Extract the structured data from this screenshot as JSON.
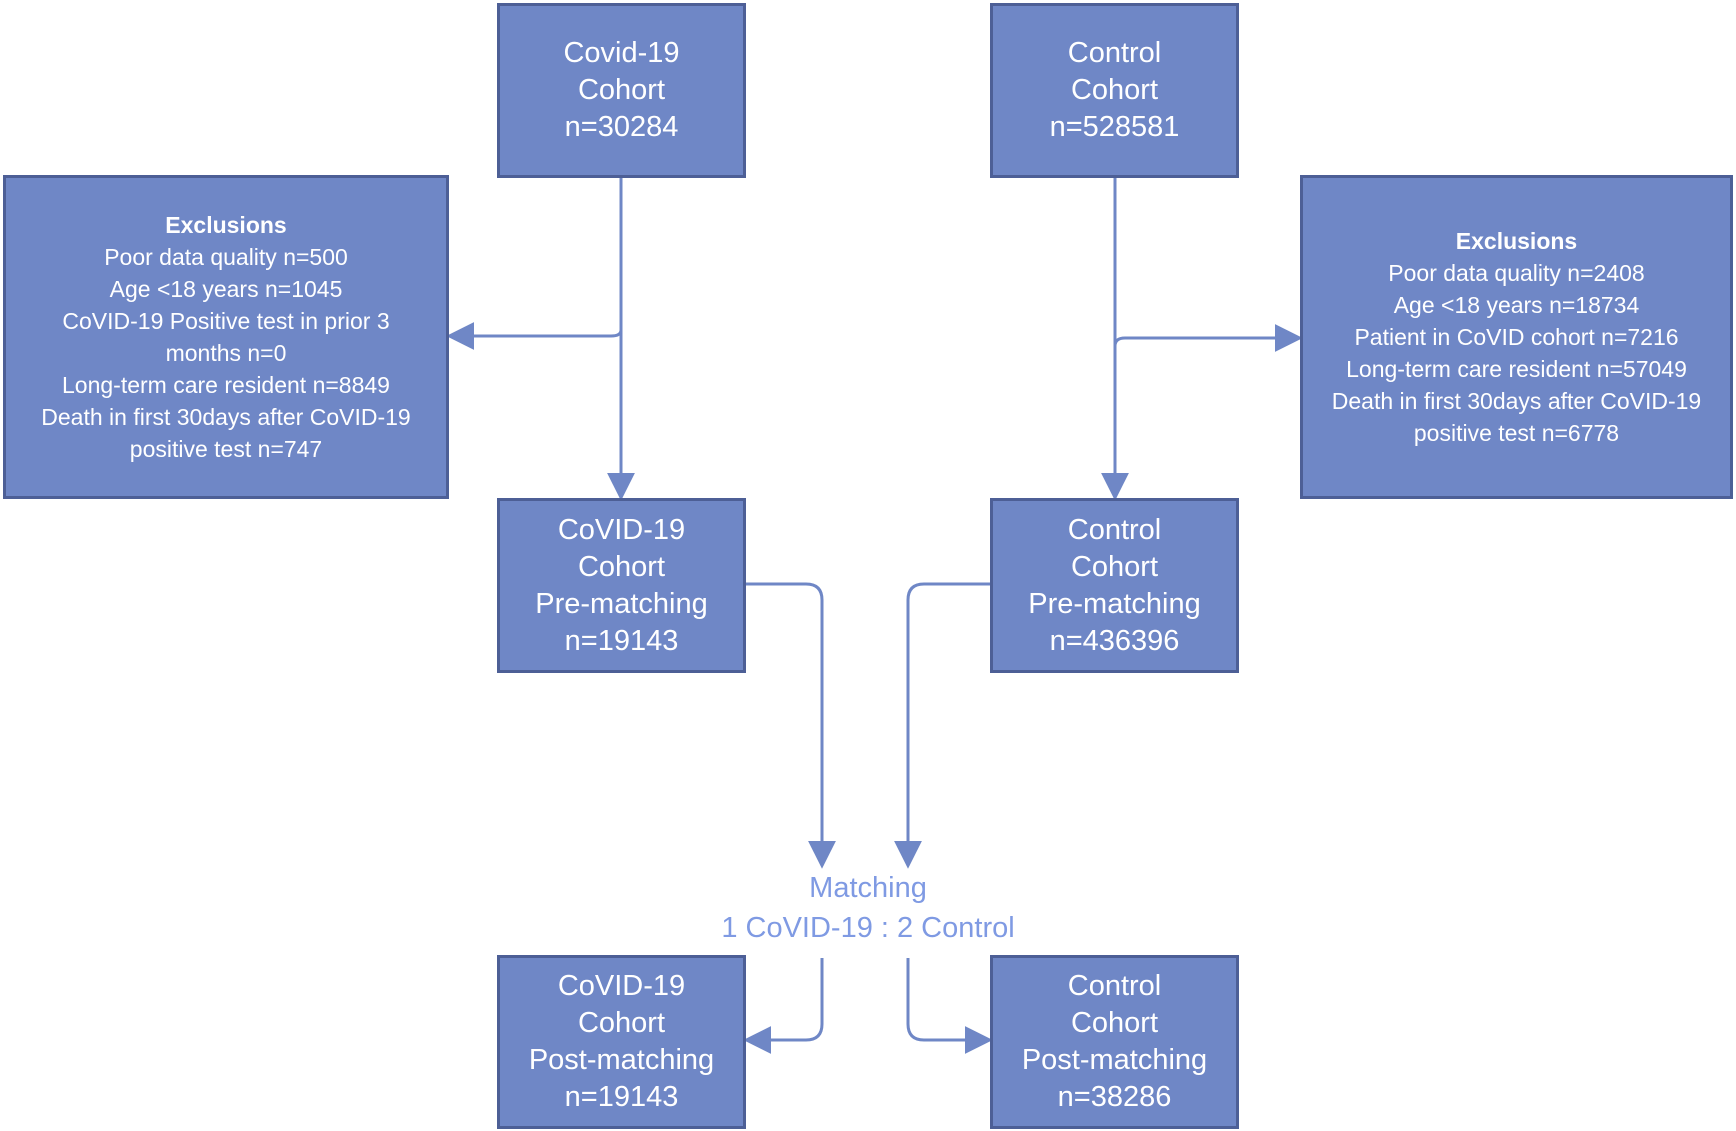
{
  "colors": {
    "box_fill": "#6f87c6",
    "box_border": "#4d5f96",
    "arrow": "#6f87c6",
    "matching_text": "#7f9ae3"
  },
  "boxes": {
    "covid_cohort": {
      "lines": [
        "Covid-19",
        "Cohort",
        "n=30284"
      ]
    },
    "control_cohort": {
      "lines": [
        "Control",
        "Cohort",
        "n=528581"
      ]
    },
    "exclusions_covid": {
      "title": "Exclusions",
      "lines": [
        "Poor data quality n=500",
        "Age <18 years n=1045",
        "CoVID-19 Positive test in prior 3",
        "months n=0",
        "Long-term care resident n=8849",
        "Death in first 30days after CoVID-19",
        "positive test n=747"
      ]
    },
    "exclusions_control": {
      "title": "Exclusions",
      "lines": [
        "Poor data quality n=2408",
        "Age <18 years n=18734",
        "Patient in CoVID cohort n=7216",
        "Long-term care resident n=57049",
        "Death in first 30days after CoVID-19",
        "positive test n=6778"
      ]
    },
    "covid_prematching": {
      "lines": [
        "CoVID-19",
        "Cohort",
        "Pre-matching",
        "n=19143"
      ]
    },
    "control_prematching": {
      "lines": [
        "Control",
        "Cohort",
        "Pre-matching",
        "n=436396"
      ]
    },
    "covid_postmatching": {
      "lines": [
        "CoVID-19",
        "Cohort",
        "Post-matching",
        "n=19143"
      ]
    },
    "control_postmatching": {
      "lines": [
        "Control",
        "Cohort",
        "Post-matching",
        "n=38286"
      ]
    }
  },
  "matching": {
    "line1": "Matching",
    "line2": "1 CoVID-19 : 2 Control"
  }
}
